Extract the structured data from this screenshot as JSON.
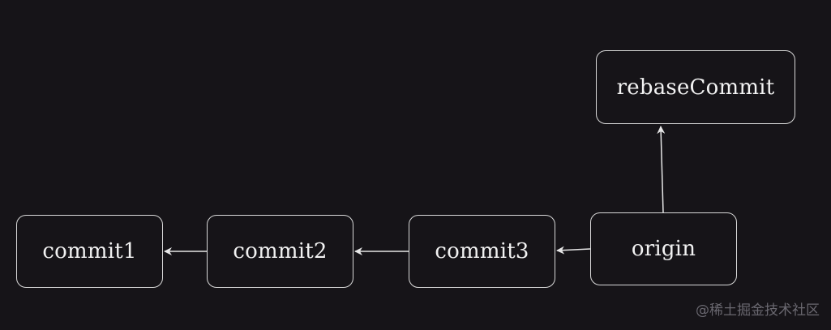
{
  "nodes": {
    "commit1": "commit1",
    "commit2": "commit2",
    "commit3": "commit3",
    "origin": "origin",
    "rebase_commit": "rebaseCommit"
  },
  "edges": [
    {
      "from": "commit2",
      "to": "commit1"
    },
    {
      "from": "commit3",
      "to": "commit2"
    },
    {
      "from": "origin",
      "to": "commit3"
    },
    {
      "from": "origin",
      "to": "rebaseCommit"
    }
  ],
  "watermark": "@稀土掘金技术社区",
  "colors": {
    "background": "#161418",
    "stroke": "#d8d8d8",
    "text": "#f2f2f2"
  }
}
